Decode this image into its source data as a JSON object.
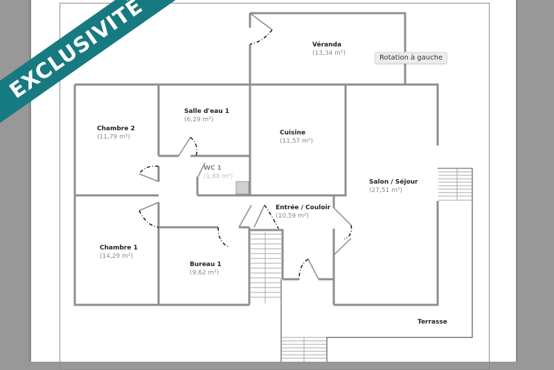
{
  "banner": {
    "label": "EXCLUSIVITÉ",
    "color": "#177a80"
  },
  "tooltip": {
    "label": "Rotation à gauche"
  },
  "rooms": [
    {
      "name": "Véranda",
      "area": "(13,34 m²)"
    },
    {
      "name": "Chambre 2",
      "area": "(11,79 m²)"
    },
    {
      "name": "Salle d'eau 1",
      "area": "(6,29 m²)"
    },
    {
      "name": "Cuisine",
      "area": "(11,57 m²)"
    },
    {
      "name": "WC 1",
      "area": "(1,88 m²)"
    },
    {
      "name": "Salon / Séjour",
      "area": "(27,51 m²)"
    },
    {
      "name": "Entrée / Couloir",
      "area": "(10,59 m²)"
    },
    {
      "name": "Chambre 1",
      "area": "(14,29 m²)"
    },
    {
      "name": "Bureau 1",
      "area": "(9,62 m²)"
    },
    {
      "name": "Terrasse",
      "area": ""
    }
  ],
  "colors": {
    "background": "#989898",
    "page": "#ffffff",
    "wall": "#8a8a8a"
  }
}
